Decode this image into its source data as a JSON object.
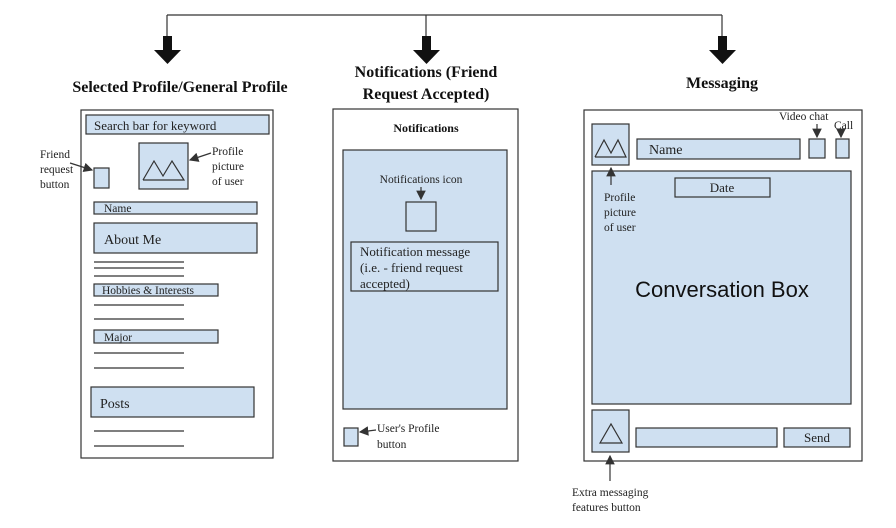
{
  "titles": {
    "profile": "Selected Profile/General Profile",
    "notifications_line1": "Notifications (Friend",
    "notifications_line2": "Request Accepted)",
    "messaging": "Messaging"
  },
  "profile": {
    "search_bar": "Search bar for keyword",
    "friend_request_label": [
      "Friend",
      "request",
      "button"
    ],
    "profile_picture_label": [
      "Profile",
      "picture",
      "of user"
    ],
    "name": "Name",
    "about_me": "About Me",
    "hobbies": "Hobbies & Interests",
    "major": "Major",
    "posts": "Posts"
  },
  "notifications": {
    "header": "Notifications",
    "icon_label": "Notifications icon",
    "message_lines": [
      "Notification message",
      "(i.e. - friend request",
      "accepted)"
    ],
    "profile_button_label": [
      "User's Profile",
      "button"
    ]
  },
  "messaging": {
    "name": "Name",
    "video_chat": "Video chat",
    "call": "Call",
    "date": "Date",
    "profile_picture_label": [
      "Profile",
      "picture",
      "of user"
    ],
    "conversation": "Conversation Box",
    "send": "Send",
    "extra_label": [
      "Extra messaging",
      "features button"
    ]
  },
  "colors": {
    "box_fill": "#cfe0f1",
    "stroke": "#333333"
  }
}
